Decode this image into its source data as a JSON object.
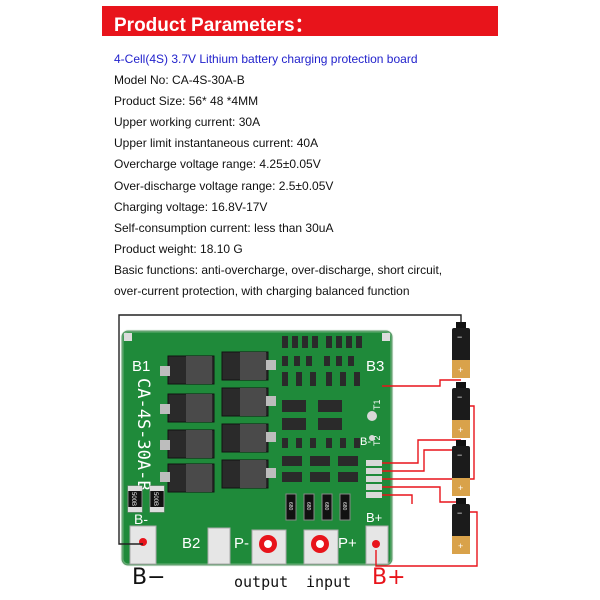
{
  "header": {
    "title": "Product Parameters："
  },
  "params": [
    "4-Cell(4S) 3.7V Lithium battery charging protection board",
    "Model No: CA-4S-30A-B",
    "Product Size: 56* 48 *4MM",
    "Upper working current: 30A",
    "Upper limit instantaneous current: 40A",
    "Overcharge voltage range: 4.25±0.05V",
    "Over-discharge voltage range: 2.5±0.05V",
    "Charging voltage: 16.8V-17V",
    "Self-consumption current: less than 30uA",
    "Product weight: 18.10 G",
    "Basic functions: anti-overcharge, over-discharge, short circuit,",
    "over-current protection, with charging balanced function"
  ],
  "board": {
    "label_b1": "B1",
    "label_b3": "B3",
    "label_b2": "B2",
    "label_model": "CA-4S-30A-B",
    "label_pminus": "P-",
    "label_pplus": "P+",
    "label_bminus_pad": "B-",
    "label_bplus_pad": "B+",
    "label_t1": "T1",
    "label_t2": "T2",
    "label_b_minus_small": "B-",
    "resistor_code": "500B",
    "small_code": "680",
    "board_color": "#1f8a3a"
  },
  "terminals": {
    "b_minus": "B−",
    "output": "output",
    "input": "input",
    "b_plus": "B+"
  },
  "battery": {
    "plus": "+",
    "minus": "−"
  },
  "colors": {
    "header_bg": "#e8141b",
    "title_blue": "#2222cc",
    "wire_red": "#e8141b",
    "b_plus": "#e8141b"
  }
}
